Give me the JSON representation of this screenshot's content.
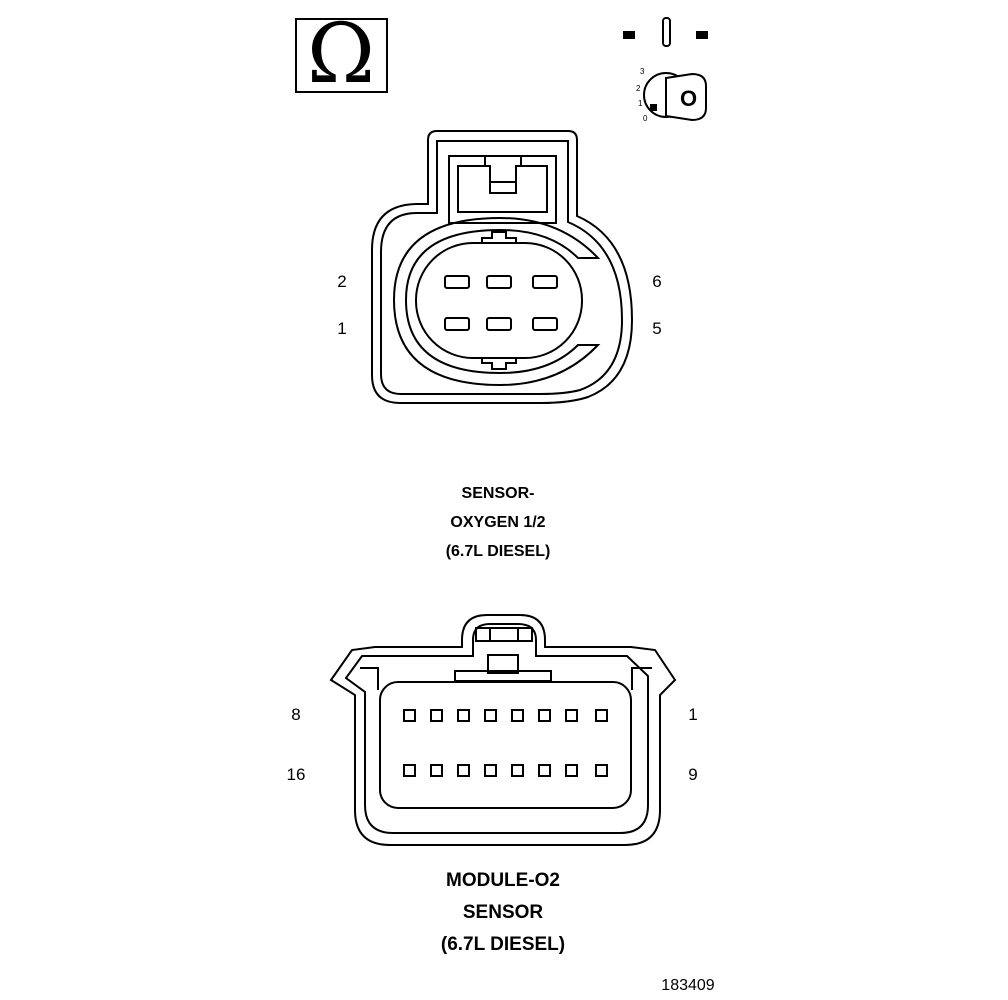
{
  "top_icons": {
    "ohm_symbol": "Ω",
    "ignition_positions": [
      "3",
      "2",
      "1",
      "0"
    ],
    "key_letter": "O"
  },
  "connector_1": {
    "pin_labels": [
      "2",
      "1",
      "6",
      "5"
    ],
    "title_lines": [
      "SENSOR-",
      "OXYGEN 1/2",
      "(6.7L DIESEL)"
    ]
  },
  "connector_2": {
    "pin_labels": [
      "8",
      "16",
      "1",
      "9"
    ],
    "title_lines": [
      "MODULE-O2",
      "SENSOR",
      "(6.7L DIESEL)"
    ]
  },
  "figure_id": "183409"
}
